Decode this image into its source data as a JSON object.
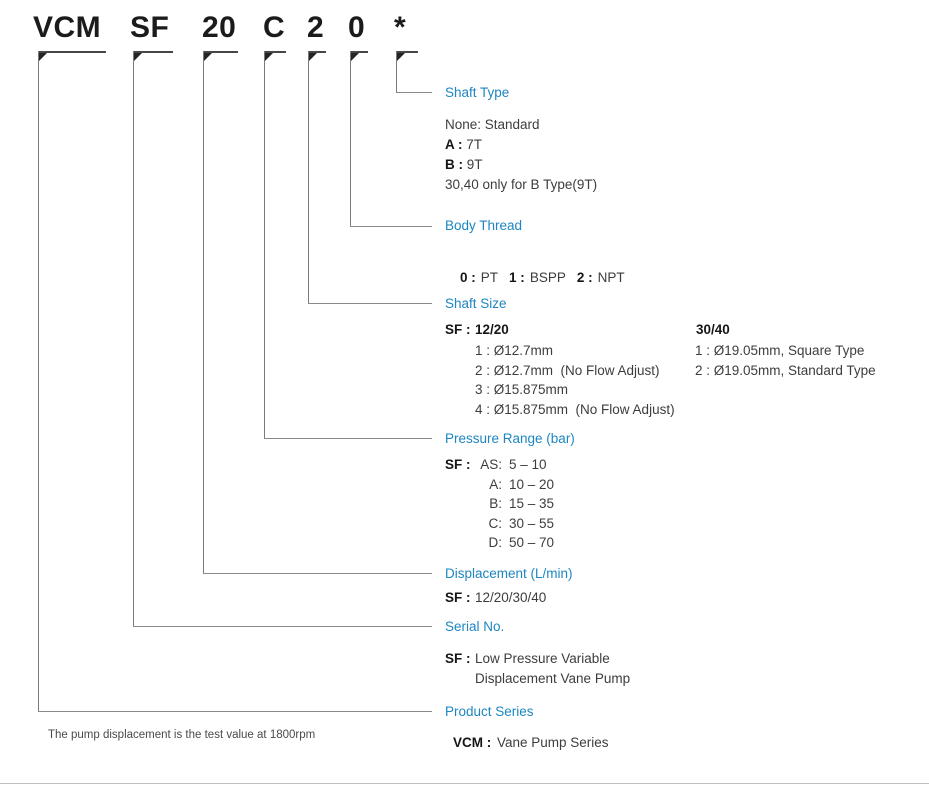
{
  "accent_color": "#1d86c2",
  "model_code": {
    "codes": [
      "VCM",
      "SF",
      "20",
      "C",
      "2",
      "0",
      "*"
    ]
  },
  "shaft_type": {
    "title": "Shaft Type",
    "none_line": "None: Standard",
    "options": [
      {
        "key": "A :",
        "value": "7T"
      },
      {
        "key": "B :",
        "value": "9T"
      }
    ],
    "note": "30,40 only for B Type(9T)"
  },
  "body_thread": {
    "title": "Body Thread",
    "options": [
      {
        "key": "0 :",
        "value": "PT"
      },
      {
        "key": "1 :",
        "value": "BSPP"
      },
      {
        "key": "2 :",
        "value": "NPT"
      }
    ]
  },
  "shaft_size": {
    "title": "Shaft Size",
    "series_key": "SF :",
    "groups": [
      {
        "name": "12/20",
        "items": [
          "1 : Ø12.7mm",
          "2 : Ø12.7mm  (No Flow Adjust)",
          "3 : Ø15.875mm",
          "4 : Ø15.875mm  (No Flow Adjust)"
        ]
      },
      {
        "name": "30/40",
        "items": [
          "1 : Ø19.05mm, Square Type",
          "2 : Ø19.05mm, Standard Type"
        ]
      }
    ]
  },
  "pressure_range": {
    "title": "Pressure Range (bar)",
    "series_key": "SF :",
    "items": [
      {
        "grade": "AS:",
        "range": "5 – 10"
      },
      {
        "grade": "A:",
        "range": "10 – 20"
      },
      {
        "grade": "B:",
        "range": "15 – 35"
      },
      {
        "grade": "C:",
        "range": "30 – 55"
      },
      {
        "grade": "D:",
        "range": "50 – 70"
      }
    ]
  },
  "displacement": {
    "title": "Displacement (L/min)",
    "series_key": "SF :",
    "value": "12/20/30/40"
  },
  "serial_no": {
    "title": "Serial No.",
    "series_key": "SF :",
    "value_line1": "Low Pressure Variable",
    "value_line2": "Displacement Vane Pump"
  },
  "product_series": {
    "title": "Product Series",
    "key": "VCM :",
    "value": "Vane Pump Series"
  },
  "footnote": "The pump displacement is the test value at 1800rpm"
}
